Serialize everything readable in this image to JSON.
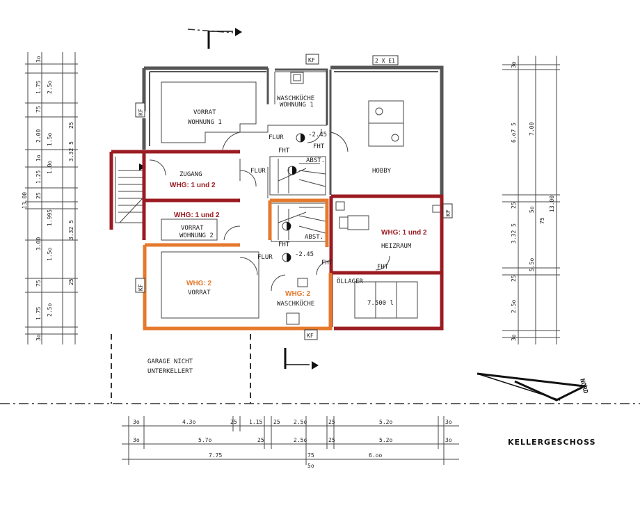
{
  "title": "KELLERGESCHOSS",
  "north_label": "NORD",
  "rooms": {
    "vorrat_1_a": "VORRAT",
    "vorrat_1_b": "WOHNUNG 1",
    "waschkueche_1_a": "WASCHKÜCHE",
    "waschkueche_1_b": "WOHNUNG 1",
    "hobby": "HOBBY",
    "zugang": "ZUGANG",
    "flur_1": "FLUR",
    "flur_2": "FLUR",
    "flur_3": "FLUR",
    "vorrat_2_a": "VORRAT",
    "vorrat_2_b": "WOHNUNG 2",
    "heizraum": "HEIZRAUM",
    "vorrat": "VORRAT",
    "waschkueche": "WASCHKÜCHE",
    "oellager": "ÖLLAGER",
    "tank": "7.500 l",
    "garage_a": "GARAGE NICHT",
    "garage_b": "UNTERKELLERT",
    "abst_1": "ABST.",
    "abst_2": "ABST.",
    "fht_1": "FHT",
    "fht_2": "FHT",
    "fht_3": "FHT",
    "fht_4": "FHT",
    "fht_5": "FHT",
    "level_1": "-2.45",
    "level_2": "-2.45"
  },
  "tags": {
    "kf_1": "KF",
    "kf_2": "KF",
    "kf_3": "KF",
    "kf_4": "KF",
    "kf_5": "KF",
    "e1": "2 X E1"
  },
  "highlights": {
    "whg_12_a": "WHG: 1 und 2",
    "whg_12_b": "WHG: 1 und 2",
    "whg_12_c": "WHG: 1 und 2",
    "whg_2_a": "WHG: 2",
    "whg_2_b": "WHG: 2"
  },
  "dims_left_outer": [
    "3o",
    "1.75",
    "75",
    "2.00",
    "1o",
    "1.25",
    "25",
    "3.00",
    "75",
    "1.75",
    "3o"
  ],
  "dims_left_mid": [
    "2.5o",
    "1.5o",
    "1.0o",
    "1.995",
    "1.5o",
    "2.5o"
  ],
  "dims_left_inner": [
    "25",
    "3.32 5",
    "3.32 5",
    "25"
  ],
  "dims_left_total": "13.00",
  "dims_right_outer": [
    "3o",
    "6.o7 5",
    "25",
    "3.32 5",
    "25",
    "2.5o",
    "3o"
  ],
  "dims_right_mid": [
    "7.00",
    "5o",
    "75",
    "5.5o"
  ],
  "dims_right_total": "13.00",
  "dims_bottom_row1": [
    "3o",
    "4.3o",
    "25",
    "1.15",
    "25",
    "2.5o",
    "25",
    "5.2o",
    "3o"
  ],
  "dims_bottom_row2": [
    "3o",
    "5.7o",
    "25",
    "2.5o",
    "25",
    "5.2o",
    "3o"
  ],
  "dims_bottom_row3": [
    "7.75",
    "75",
    "5o",
    "6.oo"
  ],
  "colors": {
    "red": "#9b1b22",
    "orange": "#e5792c"
  }
}
